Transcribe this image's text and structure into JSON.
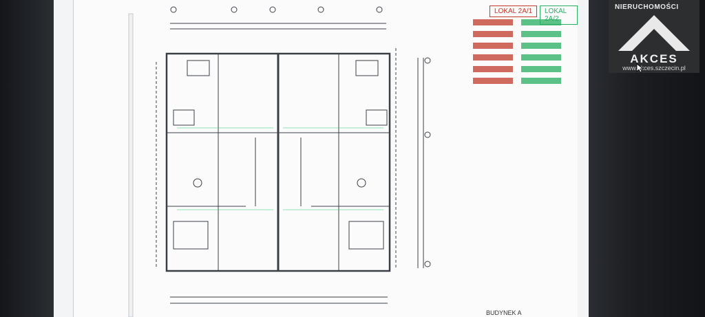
{
  "photo": {
    "subject": "Architectural floor plan displayed on a monitor",
    "legend": {
      "unit_left": "LOKAL 2A/1",
      "unit_right": "LOKAL 2A/2"
    },
    "watermark": {
      "top_text": "NIERUCHOMOŚCI",
      "brand": "AKCES",
      "url": "www.akces.szczecin.pl"
    },
    "sheet_label": "BUDYNEK A",
    "colors": {
      "line": "#3a3f47",
      "red_legend": "#c0392b",
      "green_legend": "#27ae60",
      "logo_bg": "#2c2e30"
    }
  }
}
